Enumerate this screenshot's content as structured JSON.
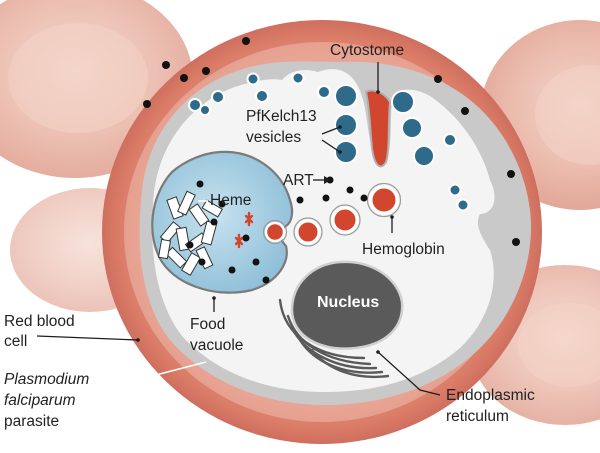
{
  "labels": {
    "cytostome": "Cytostome",
    "pfkelch13_l1": "PfKelch13",
    "pfkelch13_l2": "vesicles",
    "art": "ART",
    "heme": "Heme",
    "hemoglobin": "Hemoglobin",
    "nucleus": "Nucleus",
    "food_vacuole_l1": "Food",
    "food_vacuole_l2": "vacuole",
    "rbc_l1": "Red blood",
    "rbc_l2": "cell",
    "parasite_l1": "Plasmodium",
    "parasite_l2": "falciparum",
    "parasite_l3": "parasite",
    "er_l1": "Endoplasmic",
    "er_l2": "reticulum"
  },
  "colors": {
    "rbc": "#c8675a",
    "rbc_light": "#e6b1a3",
    "cytoplasm": "#f4f4f4",
    "membrane": "#c9c9c9",
    "vesicle": "#2e6a8a",
    "vacuole": "#a9cfe3",
    "hemoglobin": "#d2462f",
    "nucleus": "#5a5a5a"
  }
}
